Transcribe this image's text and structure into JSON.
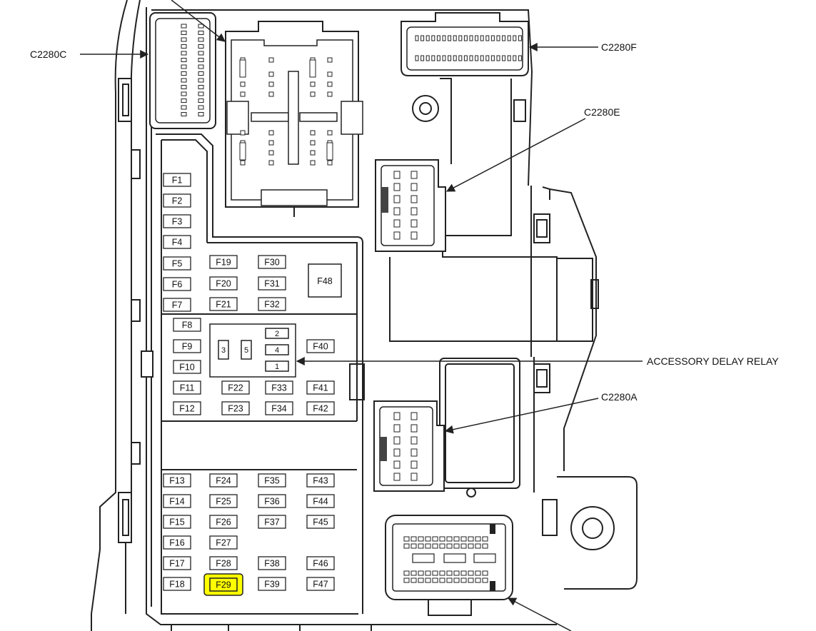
{
  "diagram": {
    "colors": {
      "line": "#222222",
      "highlight": "#ffff00",
      "background": "#ffffff"
    },
    "callouts": {
      "c2280c": "C2280C",
      "c2280f": "C2280F",
      "c2280e": "C2280E",
      "accessory_delay_relay": "ACCESSORY DELAY RELAY",
      "c2280a": "C2280A"
    },
    "fuses": {
      "f1": "F1",
      "f2": "F2",
      "f3": "F3",
      "f4": "F4",
      "f5": "F5",
      "f6": "F6",
      "f7": "F7",
      "f8": "F8",
      "f9": "F9",
      "f10": "F10",
      "f11": "F11",
      "f12": "F12",
      "f13": "F13",
      "f14": "F14",
      "f15": "F15",
      "f16": "F16",
      "f17": "F17",
      "f18": "F18",
      "f19": "F19",
      "f20": "F20",
      "f21": "F21",
      "f22": "F22",
      "f23": "F23",
      "f24": "F24",
      "f25": "F25",
      "f26": "F26",
      "f27": "F27",
      "f28": "F28",
      "f29": "F29",
      "f30": "F30",
      "f31": "F31",
      "f32": "F32",
      "f33": "F33",
      "f34": "F34",
      "f35": "F35",
      "f36": "F36",
      "f37": "F37",
      "f38": "F38",
      "f39": "F39",
      "f40": "F40",
      "f41": "F41",
      "f42": "F42",
      "f43": "F43",
      "f44": "F44",
      "f45": "F45",
      "f46": "F46",
      "f47": "F47",
      "f48": "F48"
    },
    "highlighted_fuse": "F29",
    "relay_terminals": {
      "t1": "1",
      "t2": "2",
      "t3": "3",
      "t4": "4",
      "t5": "5"
    }
  }
}
